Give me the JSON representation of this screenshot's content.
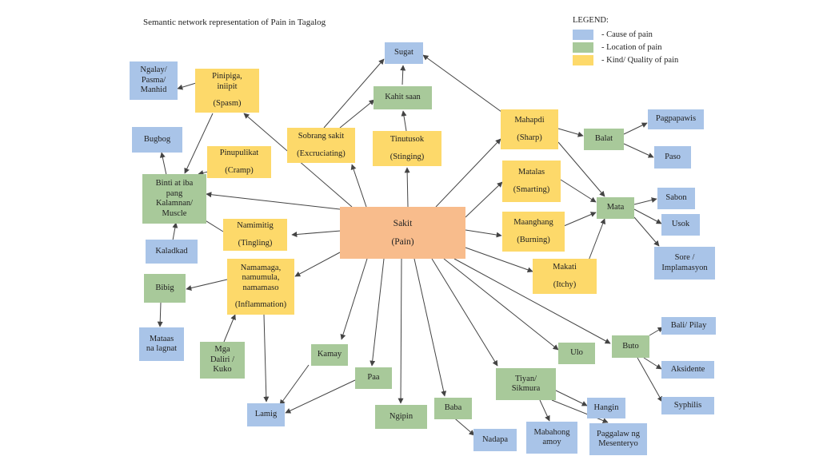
{
  "title": "Semantic network representation of Pain in Tagalog",
  "legend": {
    "title": "LEGEND:",
    "items": [
      {
        "label": "- Cause of pain",
        "color": "#a9c4e8"
      },
      {
        "label": "- Location of pain",
        "color": "#a8c99a"
      },
      {
        "label": "- Kind/ Quality of pain",
        "color": "#fdd96a"
      }
    ]
  },
  "colors": {
    "cause": "#a9c4e8",
    "location": "#a8c99a",
    "kind": "#fdd96a",
    "center": "#f8bc8c"
  },
  "nodes": {
    "sakit": {
      "l1": "Sakit",
      "l2": "(Pain)"
    },
    "sugat": {
      "l1": "Sugat"
    },
    "kahit_saan": {
      "l1": "Kahit saan"
    },
    "tinutusok": {
      "l1": "Tinutusok",
      "l2": "(Stinging)"
    },
    "sobrang_sakit": {
      "l1": "Sobrang sakit",
      "l2": "(Excruciating)"
    },
    "pinipiga": {
      "l1": "Pinipiga,",
      "l1b": "iniipit",
      "l2": "(Spasm)"
    },
    "ngalay": {
      "l1": "Ngalay/",
      "l1b": "Pasma/",
      "l1c": "Manhid"
    },
    "bugbog": {
      "l1": "Bugbog"
    },
    "pinupulikat": {
      "l1": "Pinupulikat",
      "l2": "(Cramp)"
    },
    "binti": {
      "l1": "Binti at iba",
      "l1b": "pang",
      "l1c": "Kalamnan/",
      "l1d": "Muscle"
    },
    "namimitig": {
      "l1": "Namimitig",
      "l2": "(Tingling)"
    },
    "kaladkad": {
      "l1": "Kaladkad"
    },
    "namamaga": {
      "l1": "Namamaga,",
      "l1b": "namumula,",
      "l1c": "namamaso",
      "l2": "(Inflammation)"
    },
    "bibig": {
      "l1": "Bibig"
    },
    "mataas": {
      "l1": "Mataas",
      "l1b": "na lagnat"
    },
    "daliri": {
      "l1": "Mga",
      "l1b": "Daliri /",
      "l1c": "Kuko"
    },
    "lamig": {
      "l1": "Lamig"
    },
    "kamay": {
      "l1": "Kamay"
    },
    "paa": {
      "l1": "Paa"
    },
    "ngipin": {
      "l1": "Ngipin"
    },
    "baba": {
      "l1": "Baba"
    },
    "nadapa": {
      "l1": "Nadapa"
    },
    "tiyan": {
      "l1": "Tiyan/",
      "l1b": "Sikmura"
    },
    "mabahong": {
      "l1": "Mabahong",
      "l1b": "amoy"
    },
    "paggalaw": {
      "l1": "Paggalaw ng",
      "l1b": "Mesenteryo"
    },
    "hangin": {
      "l1": "Hangin"
    },
    "ulo": {
      "l1": "Ulo"
    },
    "buto": {
      "l1": "Buto"
    },
    "bali": {
      "l1": "Bali/ Pilay"
    },
    "aksidente": {
      "l1": "Aksidente"
    },
    "syphilis": {
      "l1": "Syphilis"
    },
    "mahapdi": {
      "l1": "Mahapdi",
      "l2": "(Sharp)"
    },
    "balat": {
      "l1": "Balat"
    },
    "pagpapawis": {
      "l1": "Pagpapawis"
    },
    "paso": {
      "l1": "Paso"
    },
    "matalas": {
      "l1": "Matalas",
      "l2": "(Smarting)"
    },
    "maanghang": {
      "l1": "Maanghang",
      "l2": "(Burning)"
    },
    "makati": {
      "l1": "Makati",
      "l2": "(Itchy)"
    },
    "mata": {
      "l1": "Mata"
    },
    "sabon": {
      "l1": "Sabon"
    },
    "usok": {
      "l1": "Usok"
    },
    "sore": {
      "l1": "Sore /",
      "l1b": "Implamasyon"
    }
  }
}
